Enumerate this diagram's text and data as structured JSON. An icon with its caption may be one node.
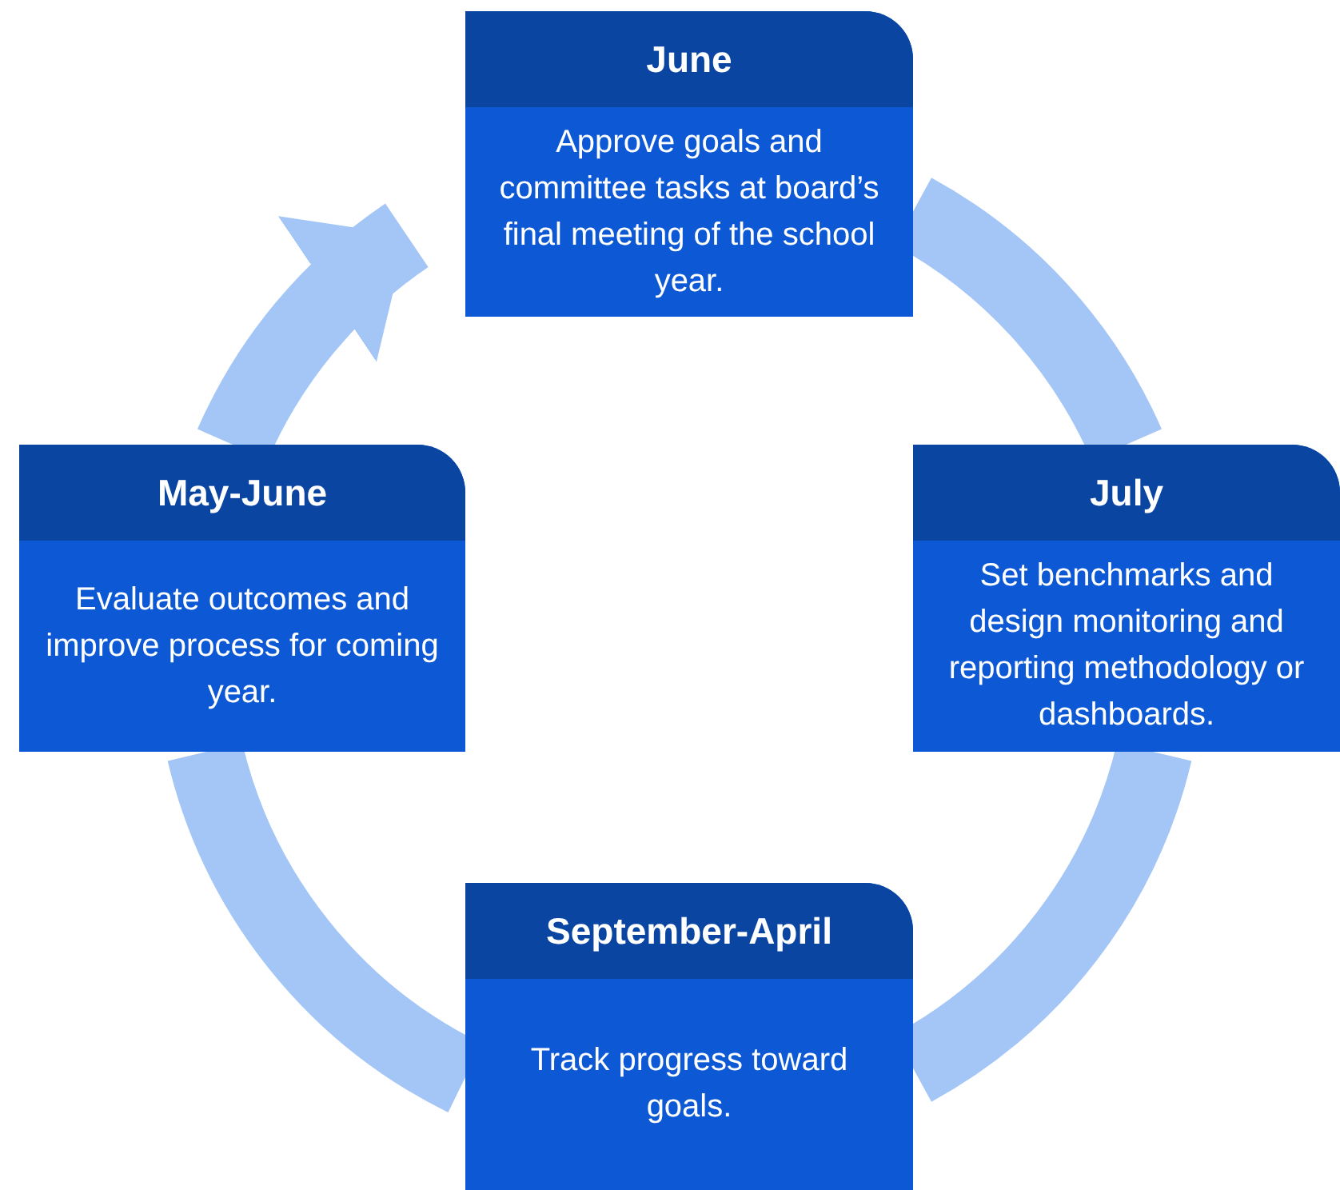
{
  "diagram": {
    "nodes": [
      {
        "text": [
          "June",
          "Approve goals and committee tasks at board’s final meeting of the school year."
        ]
      },
      {
        "text": [
          "July",
          "Set benchmarks and design monitoring and reporting methodology or dashboards."
        ]
      },
      {
        "text": [
          "September-April",
          "Track progress toward goals."
        ]
      },
      {
        "text": [
          "May-June",
          "Evaluate outcomes and improve process for coming year."
        ]
      }
    ],
    "edges": [
      {
        "from": 0,
        "to": 1,
        "arrow": "none"
      },
      {
        "from": 1,
        "to": 2,
        "arrow": "none"
      },
      {
        "from": 2,
        "to": 3,
        "arrow": "none"
      },
      {
        "from": 3,
        "to": 0,
        "arrow": "to"
      }
    ]
  }
}
